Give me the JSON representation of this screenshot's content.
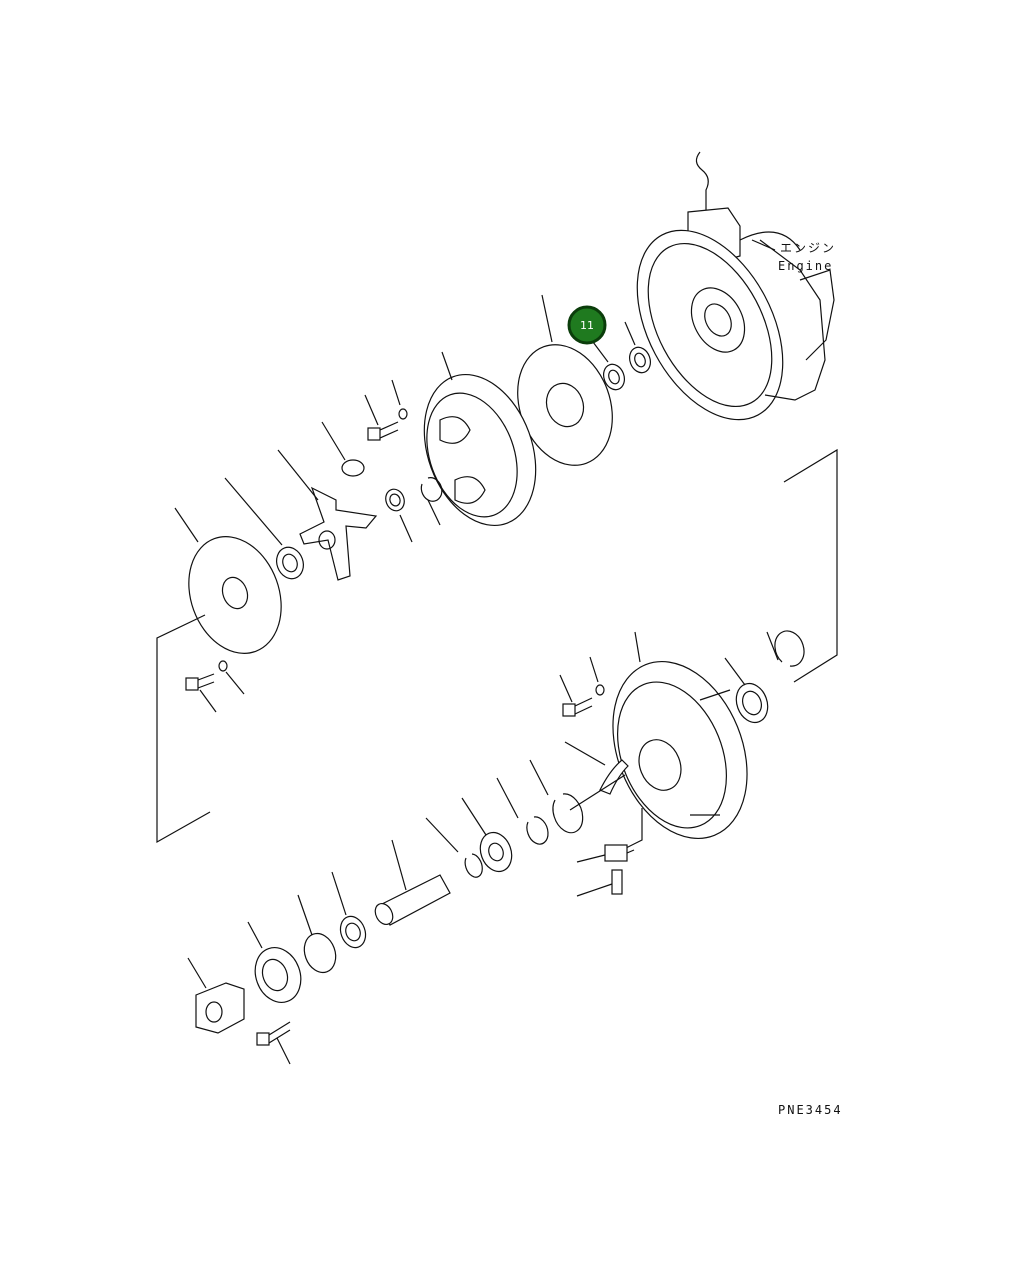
{
  "labels": {
    "engine_jp": "エンジン",
    "engine_en": "Engine",
    "figure_code": "PNE3454"
  },
  "callouts": [
    {
      "id": "11",
      "label": "11"
    }
  ],
  "colors": {
    "callout_fill": "#1f7a1f",
    "callout_stroke": "#0b3d0b",
    "line": "#111111",
    "background": "#ffffff"
  }
}
